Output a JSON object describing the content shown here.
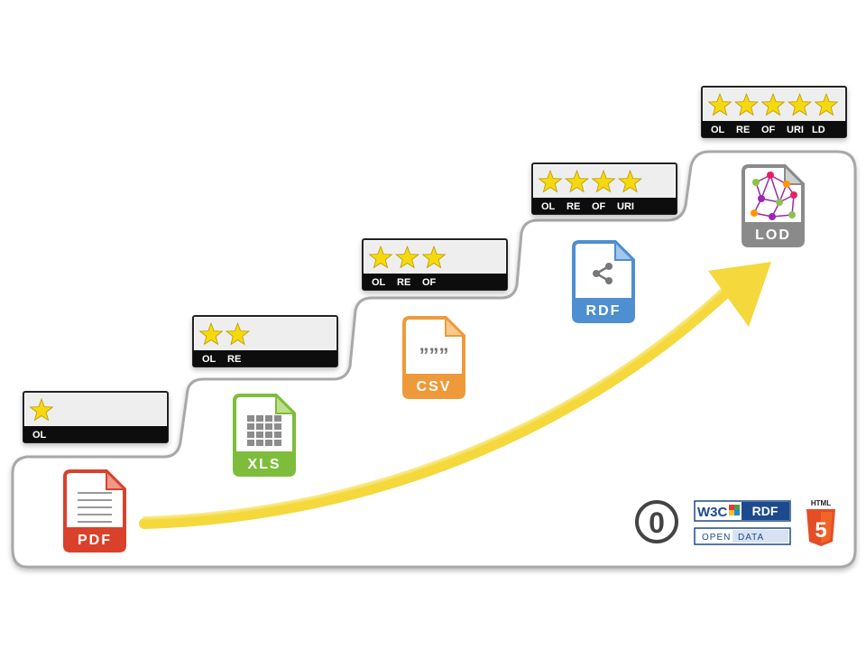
{
  "colors": {
    "star": "#f5d90a",
    "badge_light": "#eeeeee",
    "badge_dark": "#111111",
    "pdf": "#d9412b",
    "pdf_light": "#ee9a88",
    "xls": "#7dbd3b",
    "xls_light": "#bfe08a",
    "csv": "#ef9a3a",
    "csv_light": "#f7c98c",
    "rdf": "#4d8fd1",
    "rdf_light": "#a3c8ee",
    "lod": "#8a8a8a",
    "arrow": "#f4d83c",
    "stair_outline": "#9a9a9a",
    "html5": "#e44d26",
    "w3c_blue": "#1c4a8c"
  },
  "levels": [
    {
      "stars": 1,
      "tags": [
        "OL"
      ],
      "format": "PDF",
      "icon": "pdf-file-icon"
    },
    {
      "stars": 2,
      "tags": [
        "OL",
        "RE"
      ],
      "format": "XLS",
      "icon": "xls-file-icon"
    },
    {
      "stars": 3,
      "tags": [
        "OL",
        "RE",
        "OF"
      ],
      "format": "CSV",
      "icon": "csv-file-icon"
    },
    {
      "stars": 4,
      "tags": [
        "OL",
        "RE",
        "OF",
        "URI"
      ],
      "format": "RDF",
      "icon": "rdf-file-icon"
    },
    {
      "stars": 5,
      "tags": [
        "OL",
        "RE",
        "OF",
        "URI",
        "LD"
      ],
      "format": "LOD",
      "icon": "lod-file-icon"
    }
  ],
  "logos": {
    "cc_zero": {
      "label": "0",
      "icon": "cc-zero-icon"
    },
    "w3c": {
      "label": "W3C",
      "icon": "w3c-logo"
    },
    "rdf_badge": {
      "label": "RDF"
    },
    "open_data": {
      "word1": "OPEN",
      "word2": "DATA"
    },
    "html5": {
      "title": "HTML",
      "number": "5",
      "icon": "html5-logo"
    }
  }
}
